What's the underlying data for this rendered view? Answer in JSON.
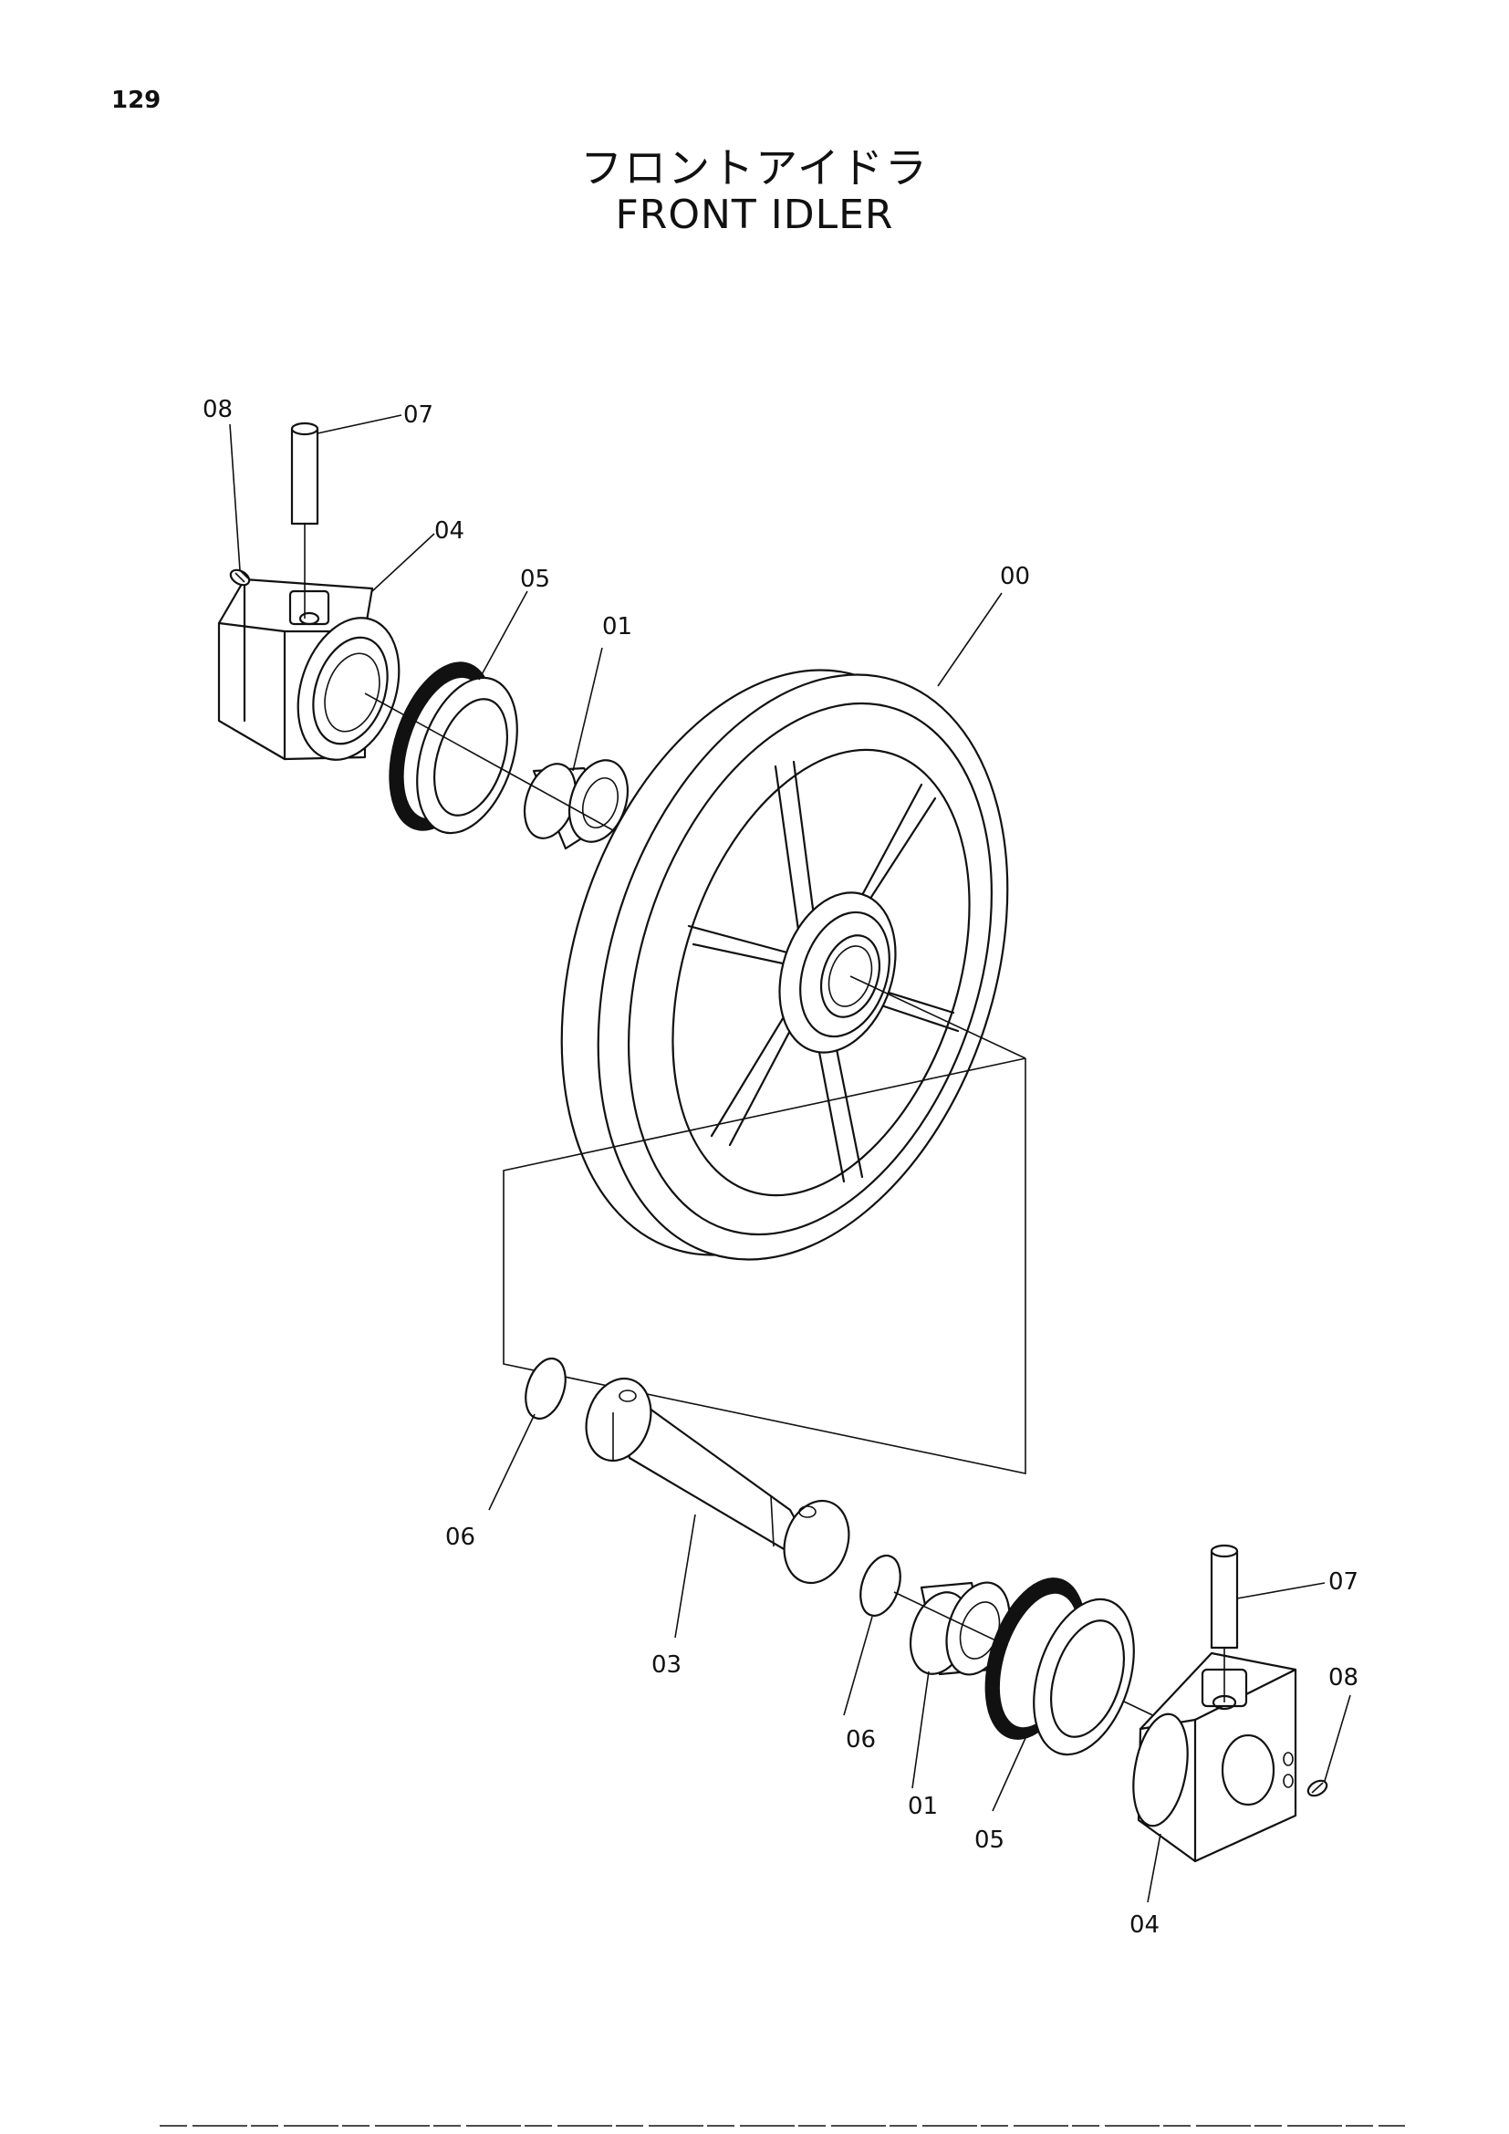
{
  "page_number": "129",
  "title_jp": "フロントアイドラ",
  "title_en": "FRONT IDLER",
  "callouts": {
    "c00": "00",
    "c01_top": "01",
    "c01_bottom": "01",
    "c03": "03",
    "c04_top": "04",
    "c04_bottom": "04",
    "c05_top": "05",
    "c05_bottom": "05",
    "c06_left": "06",
    "c06_right": "06",
    "c07_top": "07",
    "c07_bottom": "07",
    "c08_top": "08",
    "c08_bottom": "08"
  }
}
